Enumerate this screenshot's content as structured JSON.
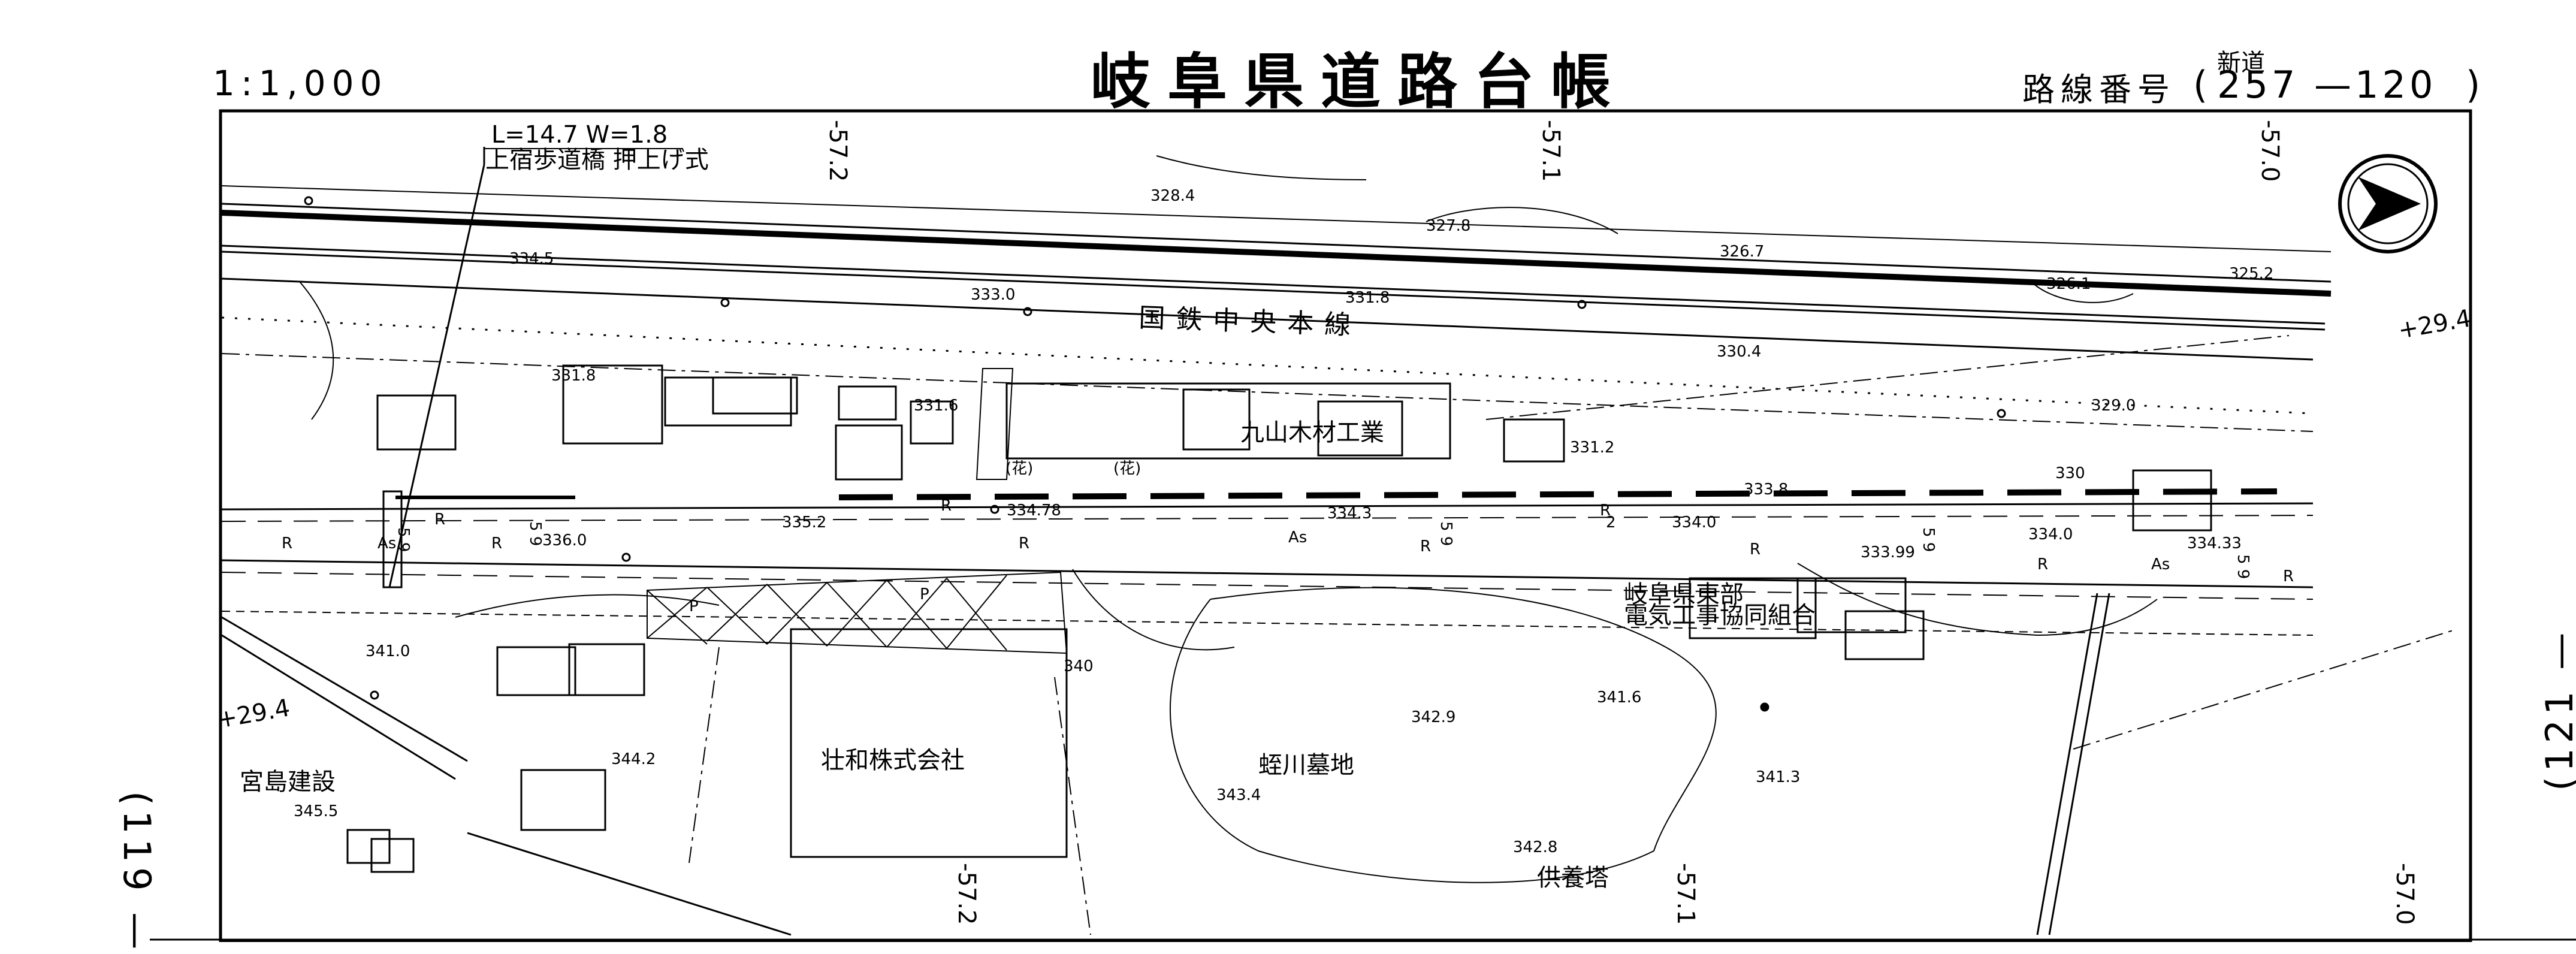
{
  "header": {
    "title": "岐阜県道路台帳",
    "scale": "1:1,000",
    "route_label": "路線番号",
    "route_new": "新道",
    "route_open": "(",
    "route_number": "257 —120",
    "route_close": ")"
  },
  "sheets": {
    "left": "(119 —",
    "right": "(121 —"
  },
  "bridge": {
    "dims": "L=14.7  W=1.8",
    "name": "上宿歩道橋 押上げ式"
  },
  "features": {
    "railway": "国鉄中央本線",
    "kuriyama": "九山木材工業",
    "gifu_coop_1": "岐阜県東部",
    "gifu_coop_2": "電気工事協同組合",
    "sowa": "壮和株式会社",
    "miyajima": "宮島建設",
    "cemetery": "蛭川墓地",
    "memorial": "供養塔",
    "hana1": "(花)",
    "hana2": "(花)"
  },
  "spot_heights": {
    "h3284": "328.4",
    "h3278": "327.8",
    "h3267": "326.7",
    "h3261": "326.1",
    "h3252": "325.2",
    "h3345": "334.5",
    "h3330": "333.0",
    "h3318": "331.8",
    "h3304": "330.4",
    "h3318b": "331.8",
    "h3316": "331.6",
    "h3290": "329.0",
    "h3312": "331.2",
    "h3338": "333.8",
    "h330": "330",
    "h3352": "335.2",
    "h33478": "334.78",
    "h3343": "334.3",
    "h3340": "334.0",
    "h3360": "336.0",
    "h33399": "333.99",
    "h3340b": "334.0",
    "h3343b": "334.33",
    "h3410": "341.0",
    "h340": "340",
    "h3442": "344.2",
    "h3455": "345.5",
    "h3434": "343.4",
    "h3429": "342.9",
    "h3416": "341.6",
    "h3413": "341.3",
    "h3428": "342.8"
  },
  "grid_marks": {
    "m572a": "-57.2",
    "m571a": "-57.1",
    "m570a": "-57.0",
    "m572b": "-57.2",
    "m571b": "-57.1",
    "m570b": "-57.0",
    "p294a": "+29.4",
    "p294b": "+29.4"
  },
  "road_codes": {
    "r": "R",
    "as": "As",
    "p": "P",
    "five_nine": "5 9",
    "two": "2"
  }
}
